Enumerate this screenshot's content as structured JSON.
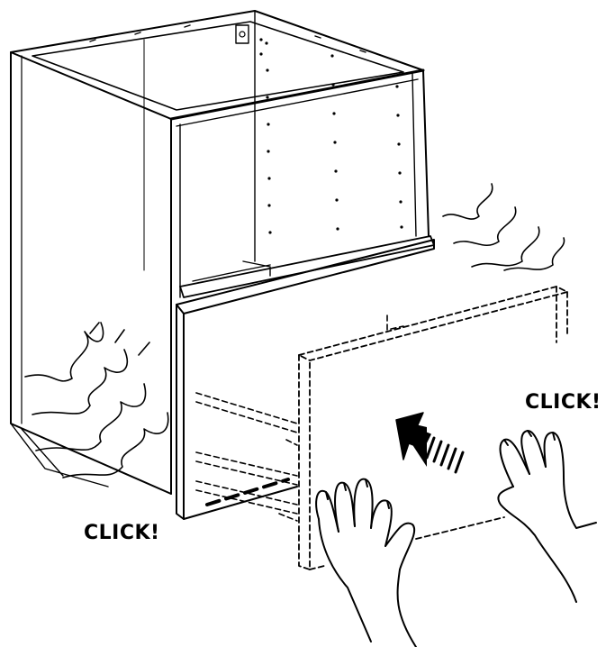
{
  "labels": {
    "click_left": "CLICK!",
    "click_right": "CLICK!"
  },
  "colors": {
    "line": "#000000",
    "background": "#ffffff"
  },
  "icons": [
    "cabinet-frame",
    "drawer-front",
    "front-panel",
    "push-arrow",
    "vibration-marks",
    "hand-left",
    "hand-right"
  ]
}
